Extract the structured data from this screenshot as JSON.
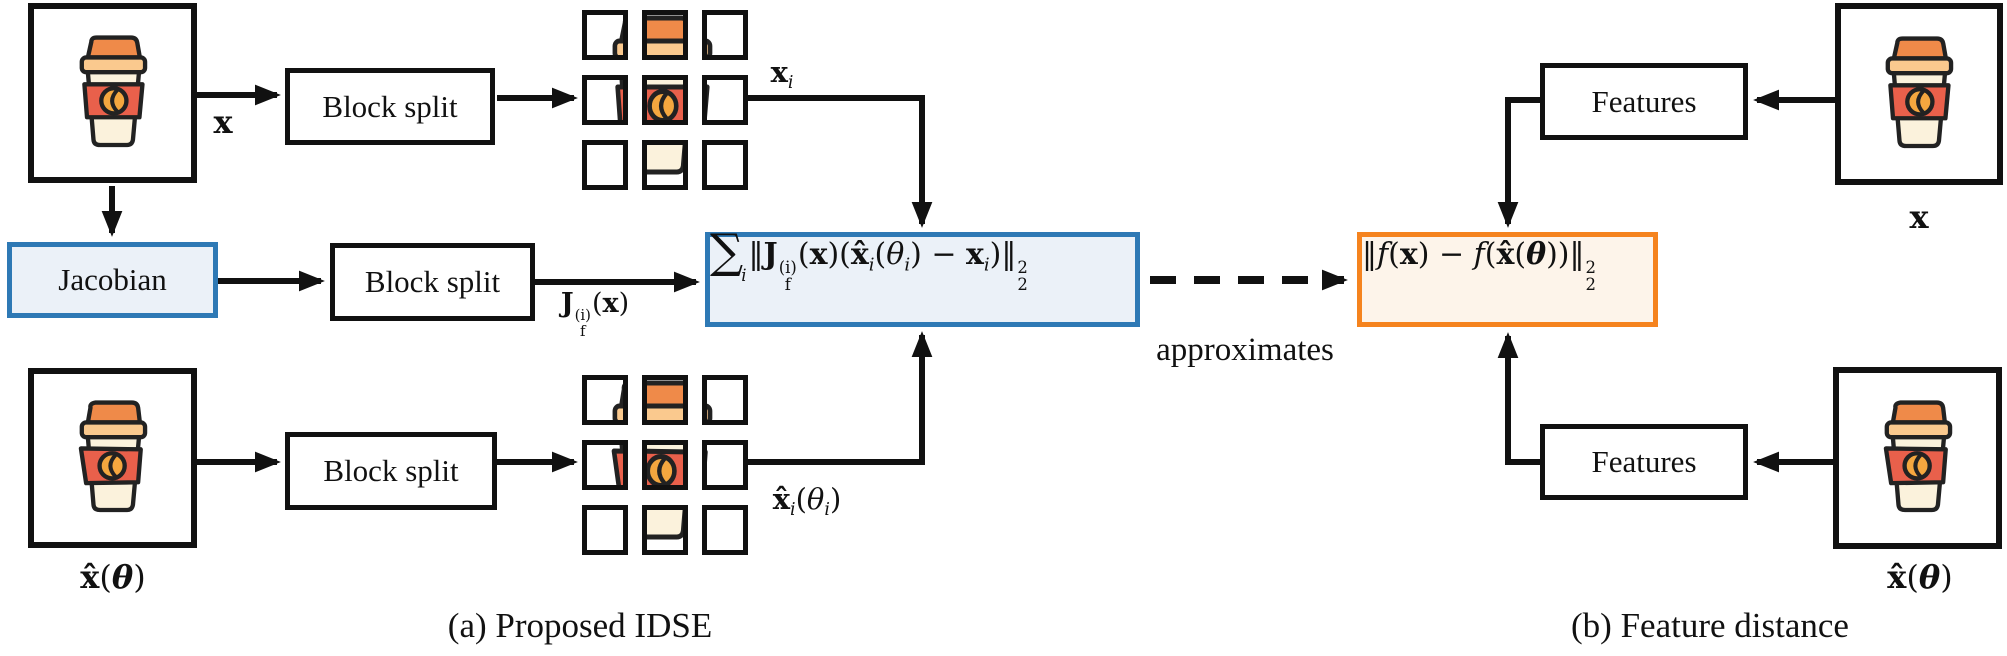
{
  "figure": {
    "caption_a": "(a) Proposed IDSE",
    "caption_b": "(b) Feature distance",
    "approximates_label": "approximates"
  },
  "boxes": {
    "jacobian": "Jacobian",
    "block_split": "Block split",
    "features": "Features"
  },
  "math": {
    "x": [
      {
        "t": "x",
        "k": "b"
      }
    ],
    "x_i": [
      {
        "t": "x",
        "k": "b"
      },
      {
        "t": "i",
        "k": "sub"
      }
    ],
    "jf_x": [
      {
        "t": "J",
        "k": "b"
      },
      {
        "sup": "(i)",
        "sub": "f",
        "k": "supsub"
      },
      {
        "t": "(",
        "k": "up"
      },
      {
        "t": "x",
        "k": "b"
      },
      {
        "t": ")",
        "k": "up"
      }
    ],
    "xhat_i_theta_i": [
      {
        "t": "x̂",
        "k": "b"
      },
      {
        "t": "i",
        "k": "sub"
      },
      {
        "t": "(",
        "k": "up"
      },
      {
        "t": "θ",
        "k": "i"
      },
      {
        "t": "i",
        "k": "sub"
      },
      {
        "t": ")",
        "k": "up"
      }
    ],
    "xhat_theta": [
      {
        "t": "x̂",
        "k": "b"
      },
      {
        "t": "(",
        "k": "up"
      },
      {
        "t": "θ",
        "k": "bi"
      },
      {
        "t": ")",
        "k": "up"
      }
    ],
    "idse_formula": [
      {
        "t": "∑",
        "k": "sum"
      },
      {
        "t": "i",
        "k": "sumsub"
      },
      {
        "t": "‖",
        "k": "up"
      },
      {
        "t": "J",
        "k": "b"
      },
      {
        "sup": "(i)",
        "sub": "f",
        "k": "supsub"
      },
      {
        "t": "(",
        "k": "up"
      },
      {
        "t": "x",
        "k": "b"
      },
      {
        "t": ")(",
        "k": "up"
      },
      {
        "t": "x̂",
        "k": "b"
      },
      {
        "t": "i",
        "k": "sub"
      },
      {
        "t": "(",
        "k": "up"
      },
      {
        "t": "θ",
        "k": "i"
      },
      {
        "t": "i",
        "k": "sub"
      },
      {
        "t": ")",
        "k": "up"
      },
      {
        "t": " − ",
        "k": "up"
      },
      {
        "t": "x",
        "k": "b"
      },
      {
        "t": "i",
        "k": "sub"
      },
      {
        "t": ")‖",
        "k": "up"
      },
      {
        "sup": "2",
        "sub": "2",
        "k": "supsub"
      }
    ],
    "feature_formula": [
      {
        "t": "‖",
        "k": "up"
      },
      {
        "t": "f",
        "k": "i"
      },
      {
        "t": "(",
        "k": "up"
      },
      {
        "t": "x",
        "k": "b"
      },
      {
        "t": ") − ",
        "k": "up"
      },
      {
        "t": "f",
        "k": "i"
      },
      {
        "t": "(",
        "k": "up"
      },
      {
        "t": "x̂",
        "k": "b"
      },
      {
        "t": "(",
        "k": "up"
      },
      {
        "t": "θ",
        "k": "bi"
      },
      {
        "t": "))‖",
        "k": "up"
      },
      {
        "sup": "2",
        "sub": "2",
        "k": "supsub"
      }
    ]
  },
  "colors": {
    "accent_blue": "#2E79B5",
    "accent_blue_fill": "#EBF1F8",
    "accent_orange": "#F5831E",
    "accent_orange_fill": "#FDF4EA",
    "line_black": "#111111"
  }
}
